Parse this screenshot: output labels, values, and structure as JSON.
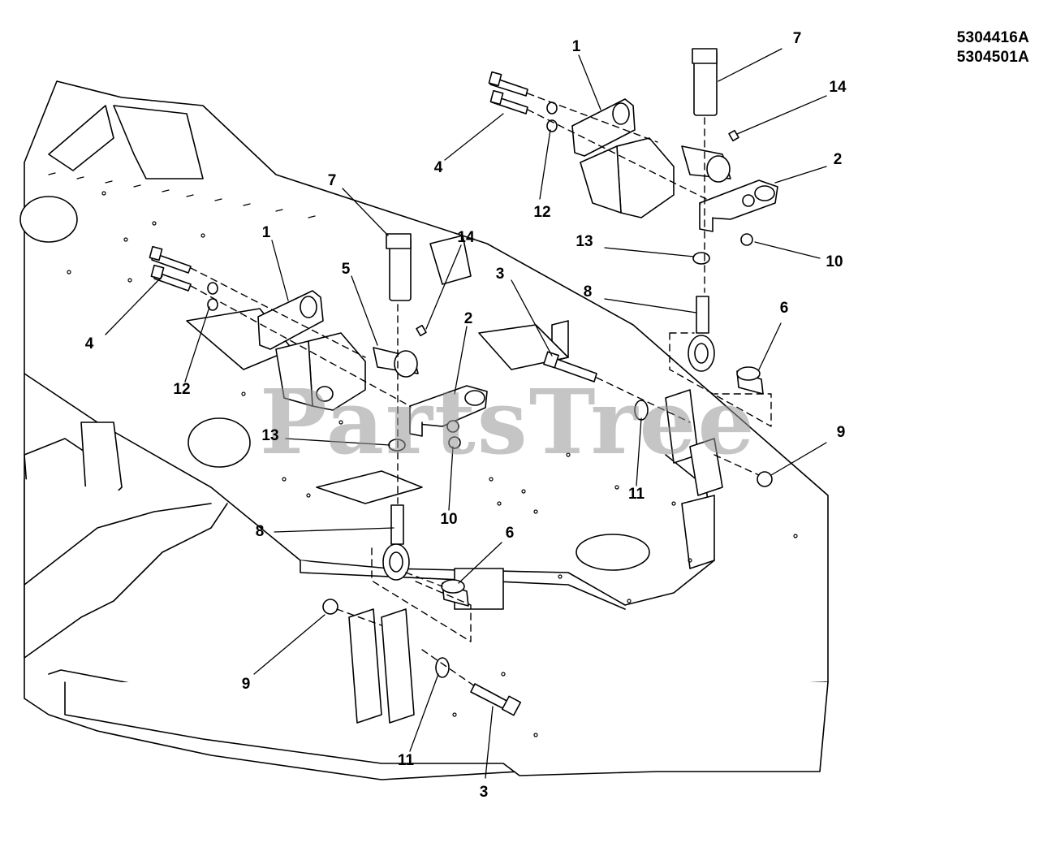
{
  "header": {
    "part_numbers": [
      "5304416A",
      "5304501A"
    ]
  },
  "watermark": "PartsTree",
  "callouts": [
    {
      "id": "c-right-1",
      "label": "1"
    },
    {
      "id": "c-right-7",
      "label": "7"
    },
    {
      "id": "c-right-14",
      "label": "14"
    },
    {
      "id": "c-right-4",
      "label": "4"
    },
    {
      "id": "c-right-12",
      "label": "12"
    },
    {
      "id": "c-right-2",
      "label": "2"
    },
    {
      "id": "c-right-13",
      "label": "13"
    },
    {
      "id": "c-right-10",
      "label": "10"
    },
    {
      "id": "c-right-8",
      "label": "8"
    },
    {
      "id": "c-right-6",
      "label": "6"
    },
    {
      "id": "c-right-3",
      "label": "3"
    },
    {
      "id": "c-right-11",
      "label": "11"
    },
    {
      "id": "c-right-9",
      "label": "9"
    },
    {
      "id": "c-left-7",
      "label": "7"
    },
    {
      "id": "c-left-1",
      "label": "1"
    },
    {
      "id": "c-left-14",
      "label": "14"
    },
    {
      "id": "c-left-5",
      "label": "5"
    },
    {
      "id": "c-left-4",
      "label": "4"
    },
    {
      "id": "c-left-12",
      "label": "12"
    },
    {
      "id": "c-left-2",
      "label": "2"
    },
    {
      "id": "c-left-13",
      "label": "13"
    },
    {
      "id": "c-left-10",
      "label": "10"
    },
    {
      "id": "c-left-8",
      "label": "8"
    },
    {
      "id": "c-left-6",
      "label": "6"
    },
    {
      "id": "c-left-9",
      "label": "9"
    },
    {
      "id": "c-left-11",
      "label": "11"
    },
    {
      "id": "c-left-3",
      "label": "3"
    }
  ]
}
